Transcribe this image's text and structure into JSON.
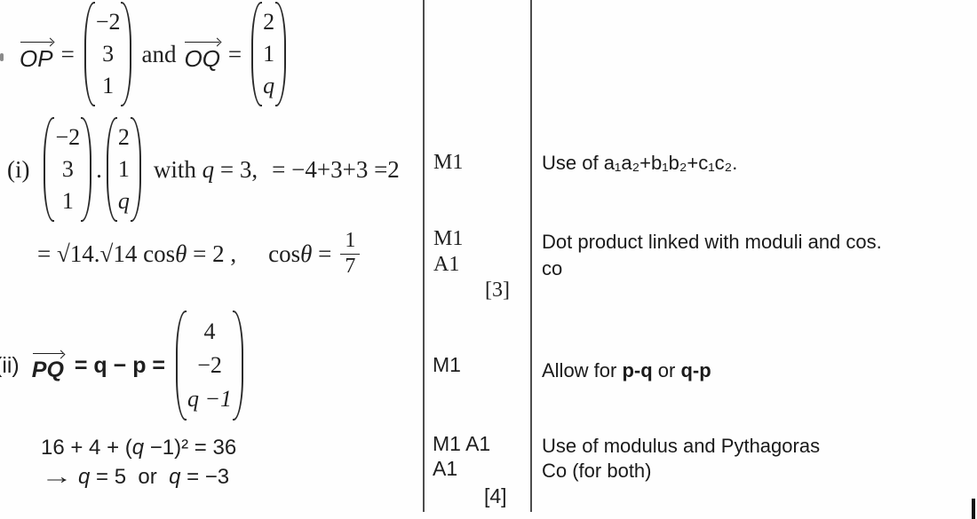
{
  "page": {
    "background": "#fefefe",
    "text_color": "#1f1f1f",
    "divider_color": "#4d4d4d"
  },
  "icons": {
    "vector_arrow": "overline-right-arrow"
  },
  "given_line": {
    "vec1": "OP",
    "eq1": "=",
    "matrix_op": [
      "−2",
      "3",
      "1"
    ],
    "conjunction": "and",
    "vec2": "OQ",
    "eq2": "=",
    "matrix_oq": [
      "2",
      "1",
      "q"
    ]
  },
  "part_i": {
    "label": "(i)",
    "matrix_a": [
      "−2",
      "3",
      "1"
    ],
    "dot": ".",
    "matrix_b": [
      "2",
      "1",
      "q"
    ],
    "with_pre": "with ",
    "q": "q",
    "with_post": " = 3,",
    "result": "= −4+3+3 =2",
    "line2_pre": "= √14.√14 cos",
    "theta": "θ",
    "line2_post": " = 2 ,",
    "cos": "cos",
    "cos_eq": " =",
    "fraction": {
      "num": "1",
      "den": "7"
    }
  },
  "part_ii": {
    "label": "(ii)",
    "vec": "PQ",
    "expr": "= q − p =",
    "matrix_pq": [
      "4",
      "−2",
      "q −1"
    ],
    "eq1_pre": "16 + 4 + (",
    "eq1_q": "q",
    "eq1_post": " −1)² = 36",
    "arrow": "→",
    "eq2_q1": "q",
    "eq2_mid": " = 5  or  ",
    "eq2_q2": "q",
    "eq2_post": " = −3"
  },
  "marks": {
    "i_m1": "M1",
    "i_m1b": "M1",
    "i_a1": "A1",
    "i_total": "[3]",
    "ii_m1": "M1",
    "ii_m1a1": "M1 A1",
    "ii_a1": "A1",
    "ii_total": "[4]"
  },
  "comments": {
    "c1": "Use of a₁a₂+b₁b₂+c₁c₂.",
    "c2_line1": "Dot product linked with moduli and cos.",
    "c2_line2": "co",
    "c3_pre": "Allow for ",
    "c3_bold1": "p-q",
    "c3_mid": " or ",
    "c3_bold2": "q-p",
    "c4_line1": "Use of modulus and Pythagoras",
    "c4_line2": "Co (for both)"
  }
}
